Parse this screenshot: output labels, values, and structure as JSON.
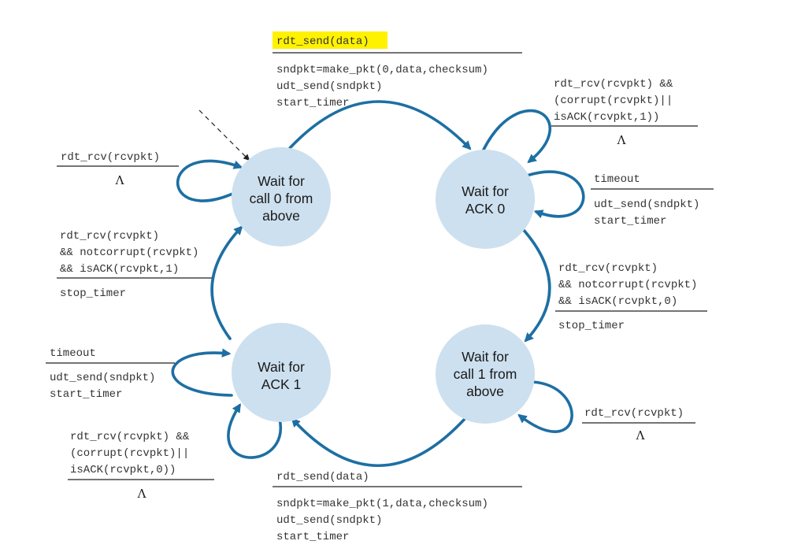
{
  "states": {
    "s0": [
      "Wait for",
      "call 0 from",
      "above"
    ],
    "s1": [
      "Wait for",
      "ACK 0"
    ],
    "s2": [
      "Wait for",
      "call 1 from",
      "above"
    ],
    "s3": [
      "Wait for",
      "ACK 1"
    ]
  },
  "transitions": {
    "t01": {
      "event": "rdt_send(data)",
      "actions": [
        "sndpkt=make_pkt(0,data,checksum)",
        "udt_send(sndpkt)",
        "start_timer"
      ],
      "highlight_color": "#fff200"
    },
    "s1_self_corrupt": {
      "event": [
        "rdt_rcv(rcvpkt) &&",
        "(corrupt(rcvpkt)||",
        "isACK(rcvpkt,1))"
      ],
      "action": "Λ"
    },
    "s1_timeout": {
      "event": "timeout",
      "actions": [
        "udt_send(sndpkt)",
        "start_timer"
      ]
    },
    "t12": {
      "event": [
        "rdt_rcv(rcvpkt)",
        "&& notcorrupt(rcvpkt)",
        "&& isACK(rcvpkt,0)"
      ],
      "action": "stop_timer"
    },
    "s2_self": {
      "event": "rdt_rcv(rcvpkt)",
      "action": "Λ"
    },
    "t23": {
      "event": "rdt_send(data)",
      "actions": [
        "sndpkt=make_pkt(1,data,checksum)",
        "udt_send(sndpkt)",
        "start_timer"
      ]
    },
    "s3_self_corrupt": {
      "event": [
        "rdt_rcv(rcvpkt) &&",
        "(corrupt(rcvpkt)||",
        "isACK(rcvpkt,0))"
      ],
      "action": "Λ"
    },
    "s3_timeout": {
      "event": "timeout",
      "actions": [
        "udt_send(sndpkt)",
        "start_timer"
      ]
    },
    "t30": {
      "event": [
        "rdt_rcv(rcvpkt)",
        "&& notcorrupt(rcvpkt)",
        "&& isACK(rcvpkt,1)"
      ],
      "action": "stop_timer"
    },
    "s0_self": {
      "event": "rdt_rcv(rcvpkt)",
      "action": "Λ"
    }
  },
  "colors": {
    "state_fill": "#cde0ef",
    "arc": "#1d6fa3",
    "highlight": "#fff200"
  }
}
